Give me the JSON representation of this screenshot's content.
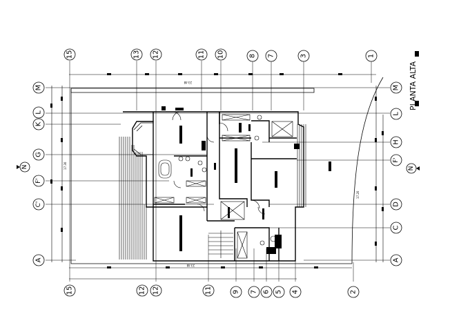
{
  "title": "PLANTA ALTA",
  "grid_top": [
    "15",
    "13",
    "12",
    "11",
    "10",
    "8",
    "7",
    "3",
    "1"
  ],
  "grid_bottom": [
    "15",
    "12",
    "12",
    "11",
    "9",
    "7",
    "6",
    "5",
    "4",
    "2"
  ],
  "grid_left": [
    "M",
    "K",
    "L",
    "G",
    "F'",
    "C'",
    "A"
  ],
  "grid_right": [
    "M",
    "L",
    "H",
    "F'",
    "D",
    "C",
    "A"
  ],
  "north_left": "N",
  "north_right": "N",
  "dim_top": "23.48",
  "dim_bottom": "23.48",
  "dim_left": "17.30",
  "dim_right": "17.20"
}
